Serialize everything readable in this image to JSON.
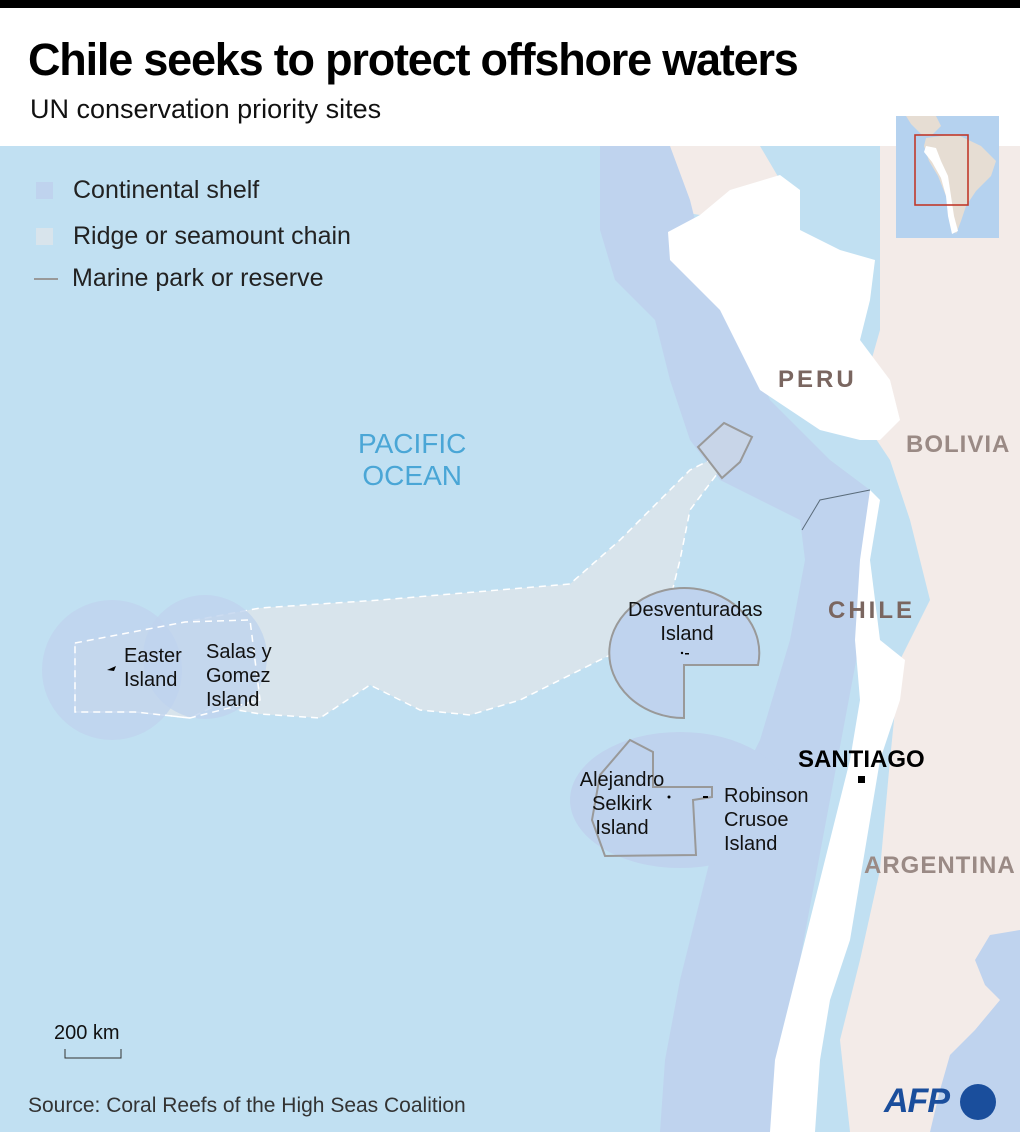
{
  "header": {
    "title": "Chile seeks to protect offshore waters",
    "subtitle": "UN conservation priority sites"
  },
  "legend": {
    "items": [
      {
        "label": "Continental shelf",
        "type": "square",
        "color": "#bfd3ee"
      },
      {
        "label": "Ridge or seamount chain",
        "type": "square",
        "color": "#d8e4ec"
      },
      {
        "label": "Marine park or reserve",
        "type": "line",
        "color": "#999999"
      }
    ]
  },
  "map": {
    "ocean_label": {
      "line1": "PACIFIC",
      "line2": "OCEAN"
    },
    "countries": {
      "peru": "PERU",
      "bolivia": "BOLIVIA",
      "chile": "CHILE",
      "argentina": "ARGENTINA"
    },
    "city": "SANTIAGO",
    "islands": {
      "easter": {
        "line1": "Easter",
        "line2": "Island"
      },
      "salas": {
        "line1": "Salas y",
        "line2": "Gomez",
        "line3": "Island"
      },
      "desventuradas": {
        "line1": "Desventuradas",
        "line2": "Island"
      },
      "selkirk": {
        "line1": "Alejandro",
        "line2": "Selkirk",
        "line3": "Island"
      },
      "crusoe": {
        "line1": "Robinson",
        "line2": "Crusoe",
        "line3": "Island"
      }
    },
    "scale": "200 km",
    "colors": {
      "ocean": "#c1e0f2",
      "shelf": "#bfd3ee",
      "ridge": "#d8e4ec",
      "land_neighbor": "#f3ebe8",
      "land_focus": "#ffffff",
      "reserve_outline": "#9a9a9a",
      "inset_frame": "#c0392b"
    }
  },
  "footer": {
    "source": "Source: Coral Reefs of the High Seas Coalition",
    "logo": "AFP"
  }
}
